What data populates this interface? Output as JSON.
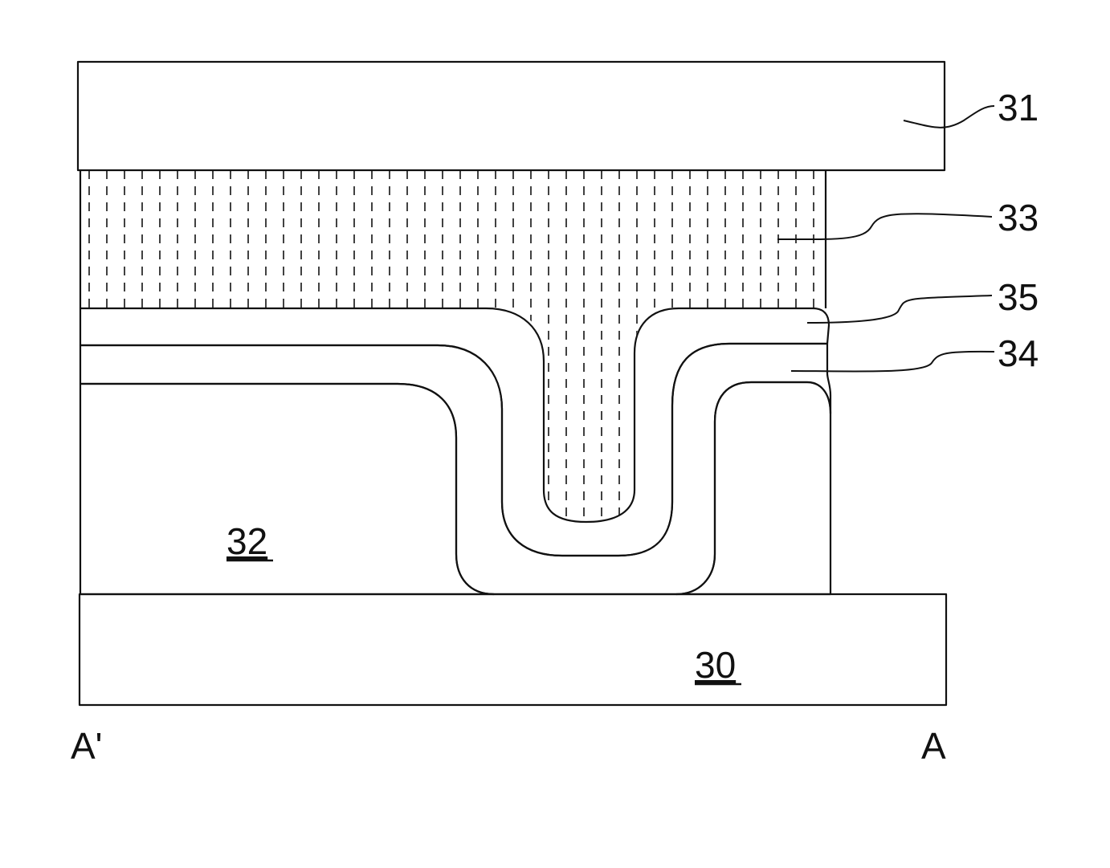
{
  "figure": {
    "labels": {
      "layer_31": "31",
      "layer_33": "33",
      "layer_35": "35",
      "layer_34": "34",
      "layer_32": "32",
      "layer_30": "30",
      "section_left": "A'",
      "section_right": "A"
    },
    "colors": {
      "line": "#111111",
      "background": "#ffffff"
    }
  }
}
